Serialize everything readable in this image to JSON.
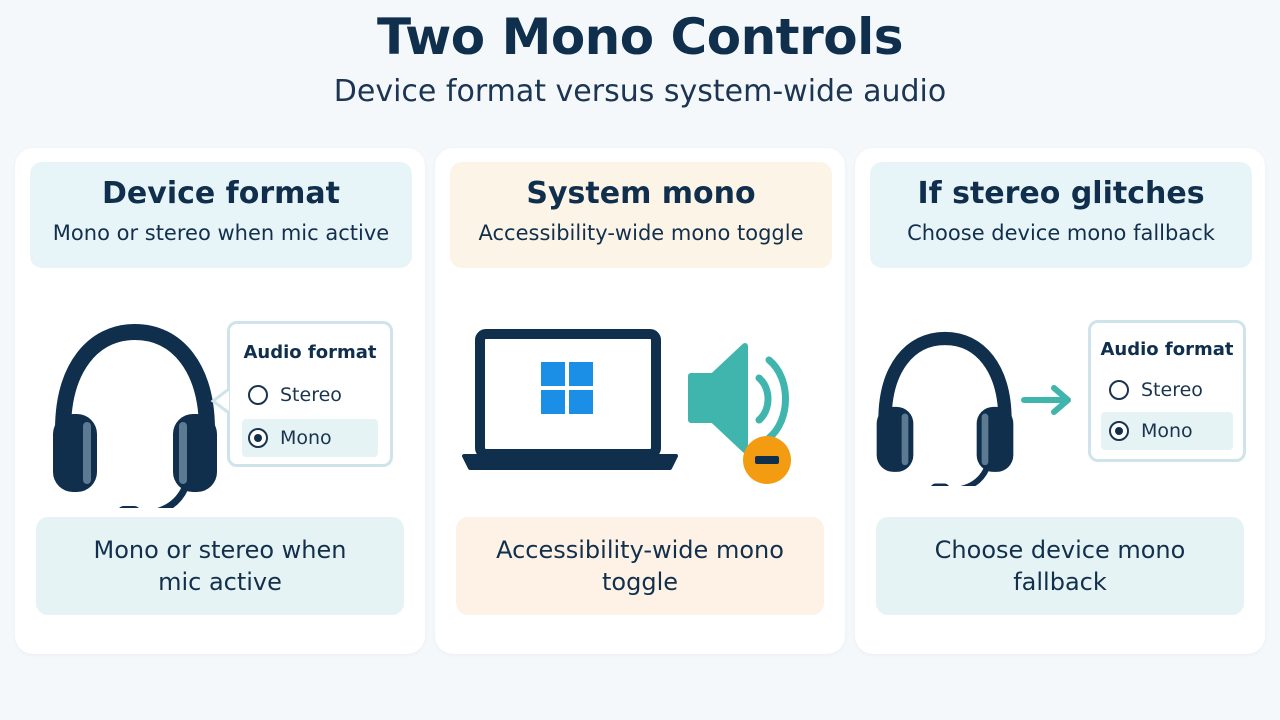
{
  "title": "Two Mono Controls",
  "subtitle": "Device format versus system-wide audio",
  "colors": {
    "navy": "#0f2f4d",
    "teal": "#3fb5ad",
    "windows_blue": "#1b8fe6",
    "warning_orange": "#f39c12"
  },
  "panels": [
    {
      "title": "Device format",
      "desc": "Mono or stereo when mic active",
      "footer": "Mono or stereo when mic active",
      "icon": "headset-icon",
      "popup": {
        "title": "Audio format",
        "options": [
          "Stereo",
          "Mono"
        ],
        "selected": "Mono"
      }
    },
    {
      "title": "System mono",
      "desc": "Accessibility-wide mono toggle",
      "footer": "Accessibility-wide mono toggle",
      "icon": "laptop-windows-icon",
      "icon2": "speaker-mute-icon"
    },
    {
      "title": "If stereo glitches",
      "desc": "Choose device mono fallback",
      "footer": "Choose device mono fallback",
      "icon": "headset-icon",
      "icon2": "arrow-right-icon",
      "popup": {
        "title": "Audio format",
        "options": [
          "Stereo",
          "Mono"
        ],
        "selected": "Mono"
      }
    }
  ]
}
